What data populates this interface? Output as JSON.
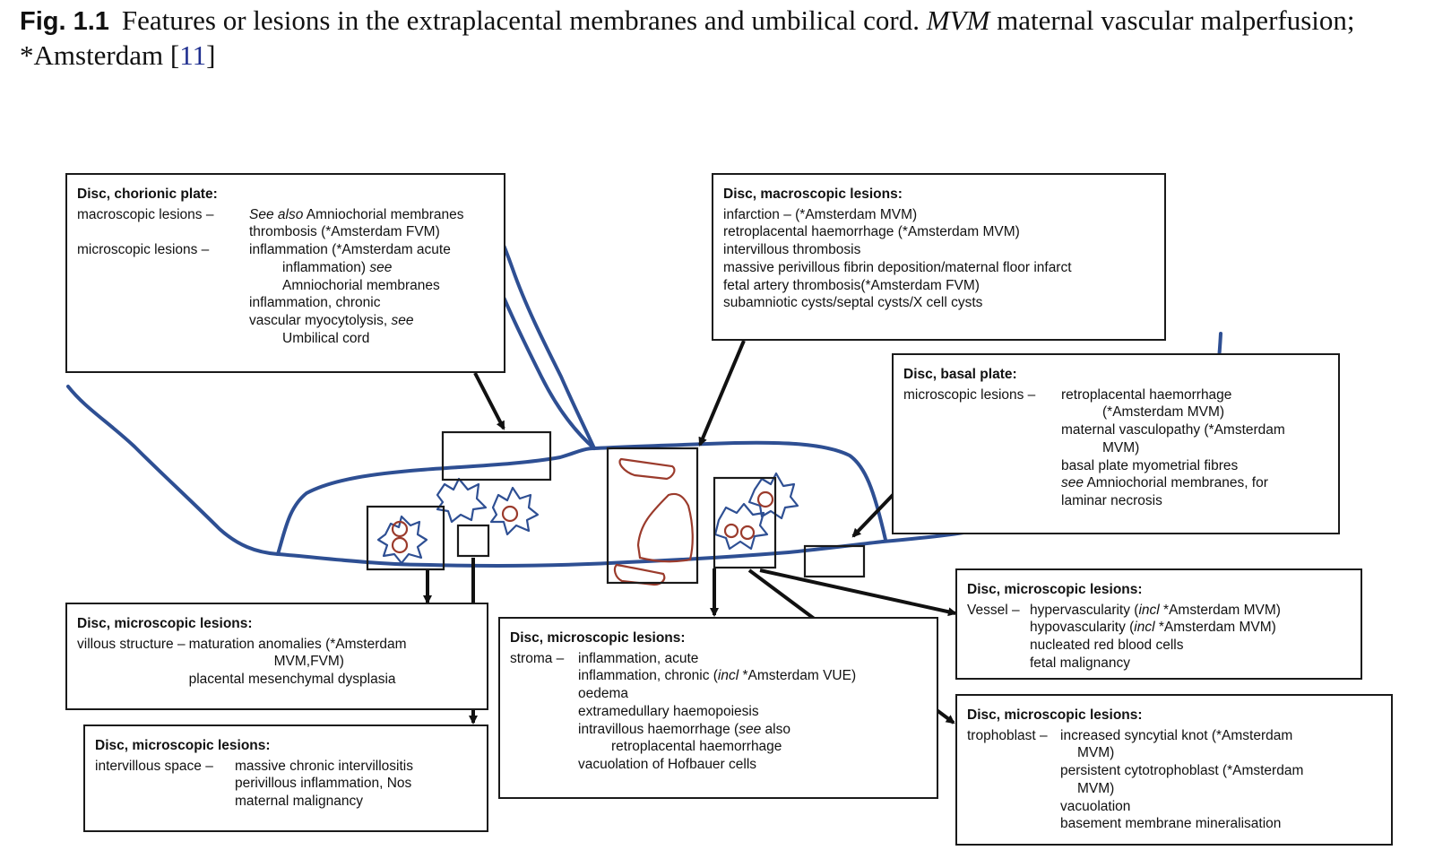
{
  "caption": {
    "fig_label": "Fig. 1.1",
    "text_a": "Features or lesions in the extraplacental membranes and umbilical cord.",
    "abbr": "MVM",
    "text_b": "maternal vascular malperfusion;",
    "text_c": "*Amsterdam [",
    "ref": "11",
    "text_d": "]"
  },
  "colors": {
    "membrane_line": "#2e4f93",
    "lesion": "#9b3b2c",
    "box_border": "#1a1a1a",
    "arrow": "#111111"
  },
  "boxes": {
    "chorionic_plate": {
      "title": "Disc, chorionic plate:",
      "macro_label": "macroscopic lesions –",
      "macro_see": "See also",
      "macro_l1": "Amniochorial membranes",
      "macro_l2": "thrombosis (*Amsterdam FVM)",
      "micro_label": "microscopic lesions –",
      "micro_l1": "inflammation (*Amsterdam acute",
      "micro_l2": "inflammation)",
      "micro_see1": "see",
      "micro_l3": "Amniochorial membranes",
      "micro_l4": "inflammation, chronic",
      "micro_l5": "vascular myocytolysis,",
      "micro_see2": "see",
      "micro_l6": "Umbilical cord"
    },
    "macroscopic": {
      "title": "Disc, macroscopic lesions:",
      "lines": [
        "infarction – (*Amsterdam MVM)",
        "retroplacental haemorrhage (*Amsterdam MVM)",
        "intervillous thrombosis",
        "massive perivillous fibrin deposition/maternal floor infarct",
        "fetal artery thrombosis(*Amsterdam FVM)",
        "subamniotic cysts/septal cysts/X cell cysts"
      ]
    },
    "basal_plate": {
      "title": "Disc, basal plate:",
      "label": "microscopic lesions –",
      "l1": "retroplacental haemorrhage",
      "l2": "(*Amsterdam MVM)",
      "l3": "maternal vasculopathy (*Amsterdam",
      "l4": "MVM)",
      "l5": "basal plate myometrial fibres",
      "l6_see": "see",
      "l6": "Amniochorial membranes, for",
      "l7": "laminar necrosis"
    },
    "villous": {
      "title": "Disc, microscopic lesions:",
      "label": "villous structure –",
      "l1": "maturation anomalies (*Amsterdam",
      "l2": "MVM,FVM)",
      "l3": "placental mesenchymal dysplasia"
    },
    "intervillous": {
      "title": "Disc, microscopic lesions:",
      "label": "intervillous space –",
      "l1": "massive chronic intervillositis",
      "l2": "perivillous inflammation, Nos",
      "l3": "maternal malignancy"
    },
    "stroma": {
      "title": "Disc, microscopic lesions:",
      "label": "stroma –",
      "l1": "inflammation, acute",
      "l2a": "inflammation, chronic (",
      "l2_incl": "incl",
      "l2b": "*Amsterdam VUE)",
      "l3": "oedema",
      "l4": "extramedullary haemopoiesis",
      "l5a": "intravillous haemorrhage (",
      "l5_see": "see",
      "l5b": "also",
      "l6": "retroplacental haemorrhage",
      "l7": "vacuolation of Hofbauer cells"
    },
    "vessel": {
      "title": "Disc, microscopic lesions:",
      "label": "Vessel –",
      "l1a": "hypervascularity (",
      "l1_incl": "incl",
      "l1b": "*Amsterdam MVM)",
      "l2a": "hypovascularity (",
      "l2_incl": "incl",
      "l2b": "*Amsterdam MVM)",
      "l3": "nucleated red blood cells",
      "l4": "fetal malignancy"
    },
    "trophoblast": {
      "title": "Disc, microscopic lesions:",
      "label": "trophoblast –",
      "l1": "increased syncytial knot (*Amsterdam",
      "l2": "MVM)",
      "l3": "persistent cytotrophoblast (*Amsterdam",
      "l4": "MVM)",
      "l5": "vacuolation",
      "l6": "basement membrane mineralisation"
    }
  }
}
